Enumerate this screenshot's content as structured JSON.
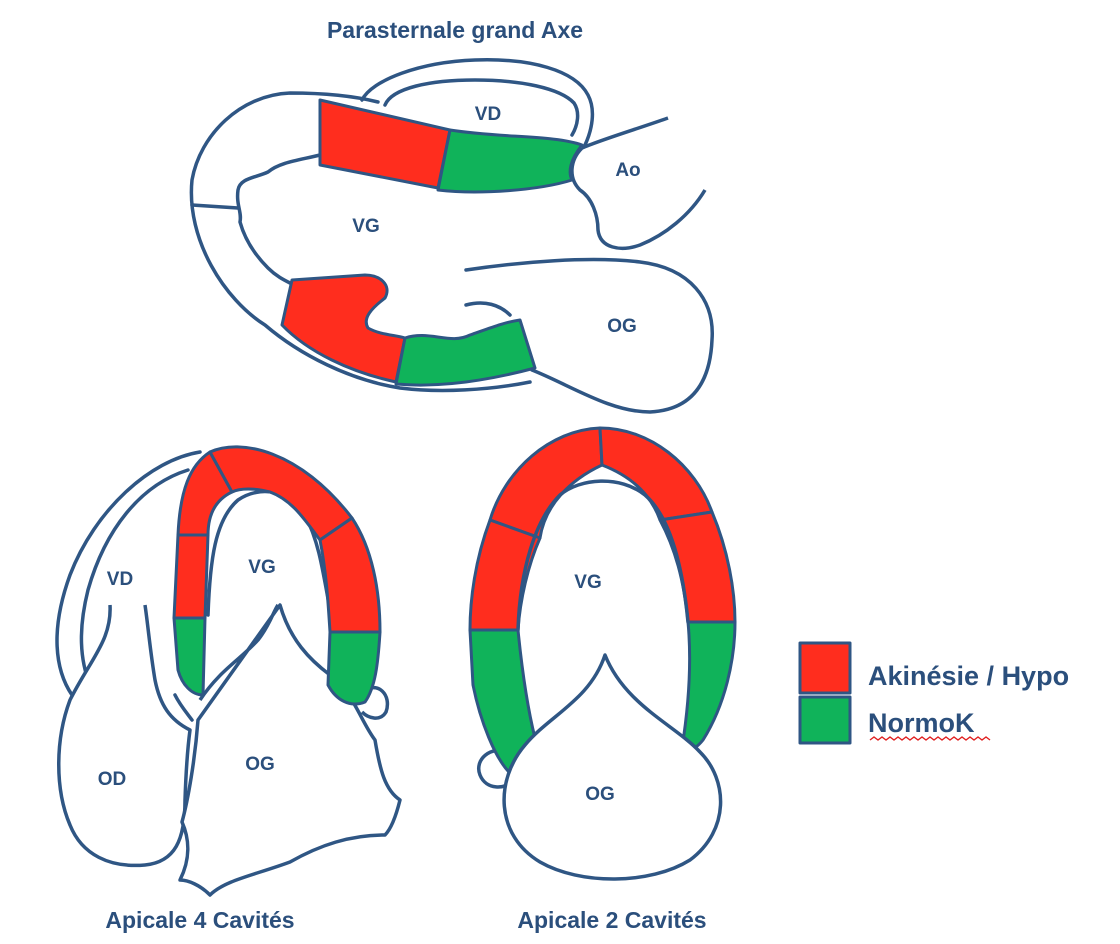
{
  "colors": {
    "outline": "#2f5684",
    "text": "#2b4f7c",
    "akinesia": "#ff2d1e",
    "normal": "#10b35a",
    "spellcheck": "#e02020"
  },
  "views": {
    "plax": {
      "title": "Parasternale grand Axe",
      "labels": {
        "vd": "VD",
        "ao": "Ao",
        "vg": "VG",
        "og": "OG"
      }
    },
    "a4c": {
      "title": "Apicale 4 Cavités",
      "labels": {
        "vd": "VD",
        "vg": "VG",
        "od": "OD",
        "og": "OG"
      }
    },
    "a2c": {
      "title": "Apicale 2 Cavités",
      "labels": {
        "vg": "VG",
        "og": "OG"
      }
    }
  },
  "legend": {
    "items": [
      {
        "label": "Akinésie / Hypo",
        "status": "akinesia"
      },
      {
        "label": "NormoK",
        "status": "normal"
      }
    ]
  }
}
